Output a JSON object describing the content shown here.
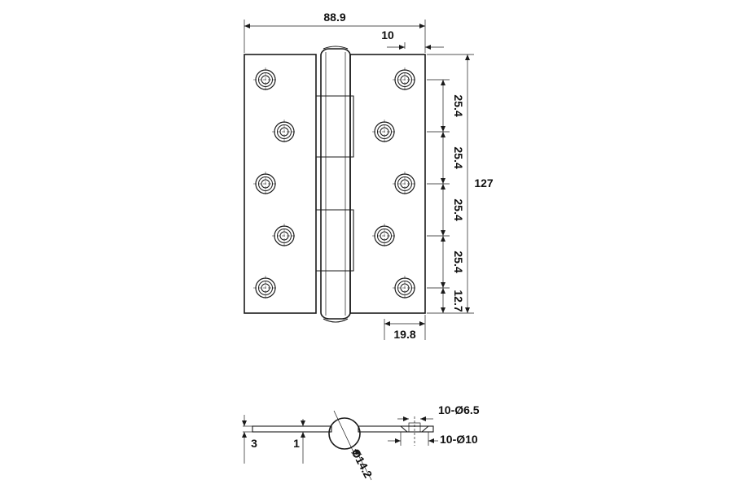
{
  "dimensions": {
    "overall_width": "88.9",
    "knuckle_offset": "10",
    "overall_height": "127",
    "hole_pitch": [
      "25.4",
      "25.4",
      "25.4",
      "25.4"
    ],
    "end_distance": "12.7",
    "hole_edge_distance": "19.8",
    "leaf_thickness": "3",
    "leaf_offset": "1",
    "knuckle_diameter": "Ø14.2",
    "countersink_hole": "10-Ø6.5",
    "countersink_head": "10-Ø10"
  },
  "colors": {
    "line": "#1a1a1a",
    "fill": "#ffffff",
    "knuckle_fill": "#f3f3f3"
  }
}
